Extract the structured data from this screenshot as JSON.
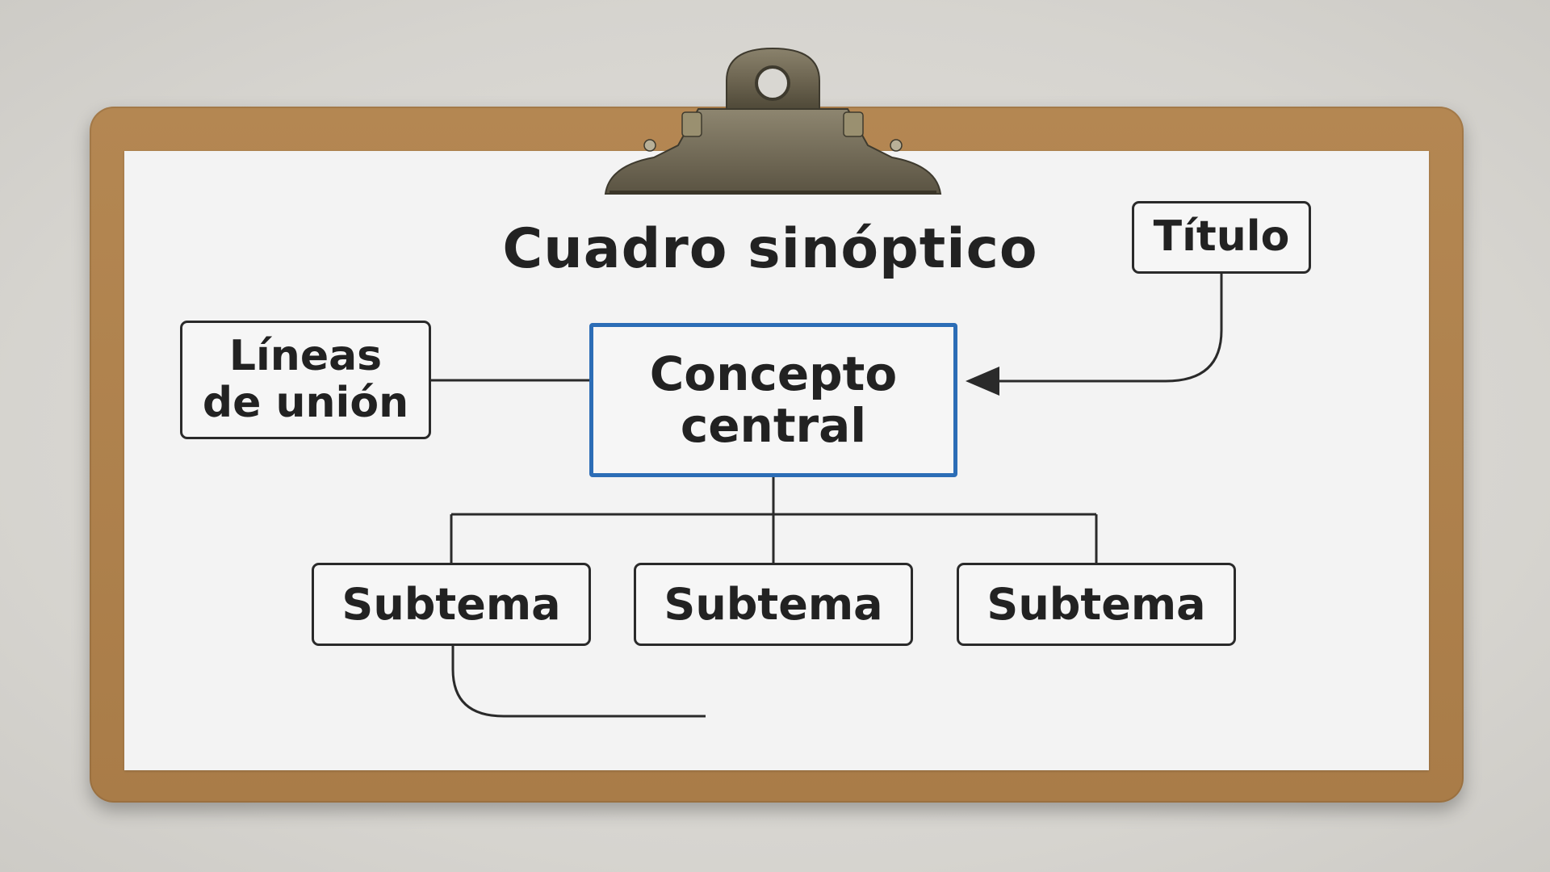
{
  "diagram": {
    "title": "Cuadro sinóptico",
    "nodes": {
      "titulo": "Título",
      "lineas": [
        "Líneas",
        "de unión"
      ],
      "central": [
        "Concepto",
        "central"
      ],
      "subtemas": [
        "Subtema",
        "Subtema",
        "Subtema"
      ]
    },
    "colors": {
      "central_border": "#2c6db6",
      "box_border": "#2a2a2a",
      "board": "#a97c48",
      "paper": "#f3f3f3"
    }
  }
}
